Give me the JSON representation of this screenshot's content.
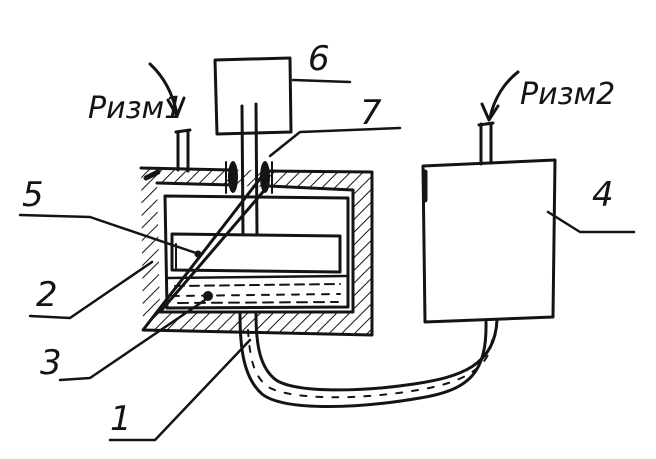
{
  "diagram": {
    "pressure_labels": {
      "p1": "Pизм1",
      "p2": "Pизм2"
    },
    "part_labels": [
      "1",
      "2",
      "3",
      "4",
      "5",
      "6",
      "7"
    ],
    "colors": {
      "ink": "#141414",
      "paper": "#ffffff"
    }
  }
}
